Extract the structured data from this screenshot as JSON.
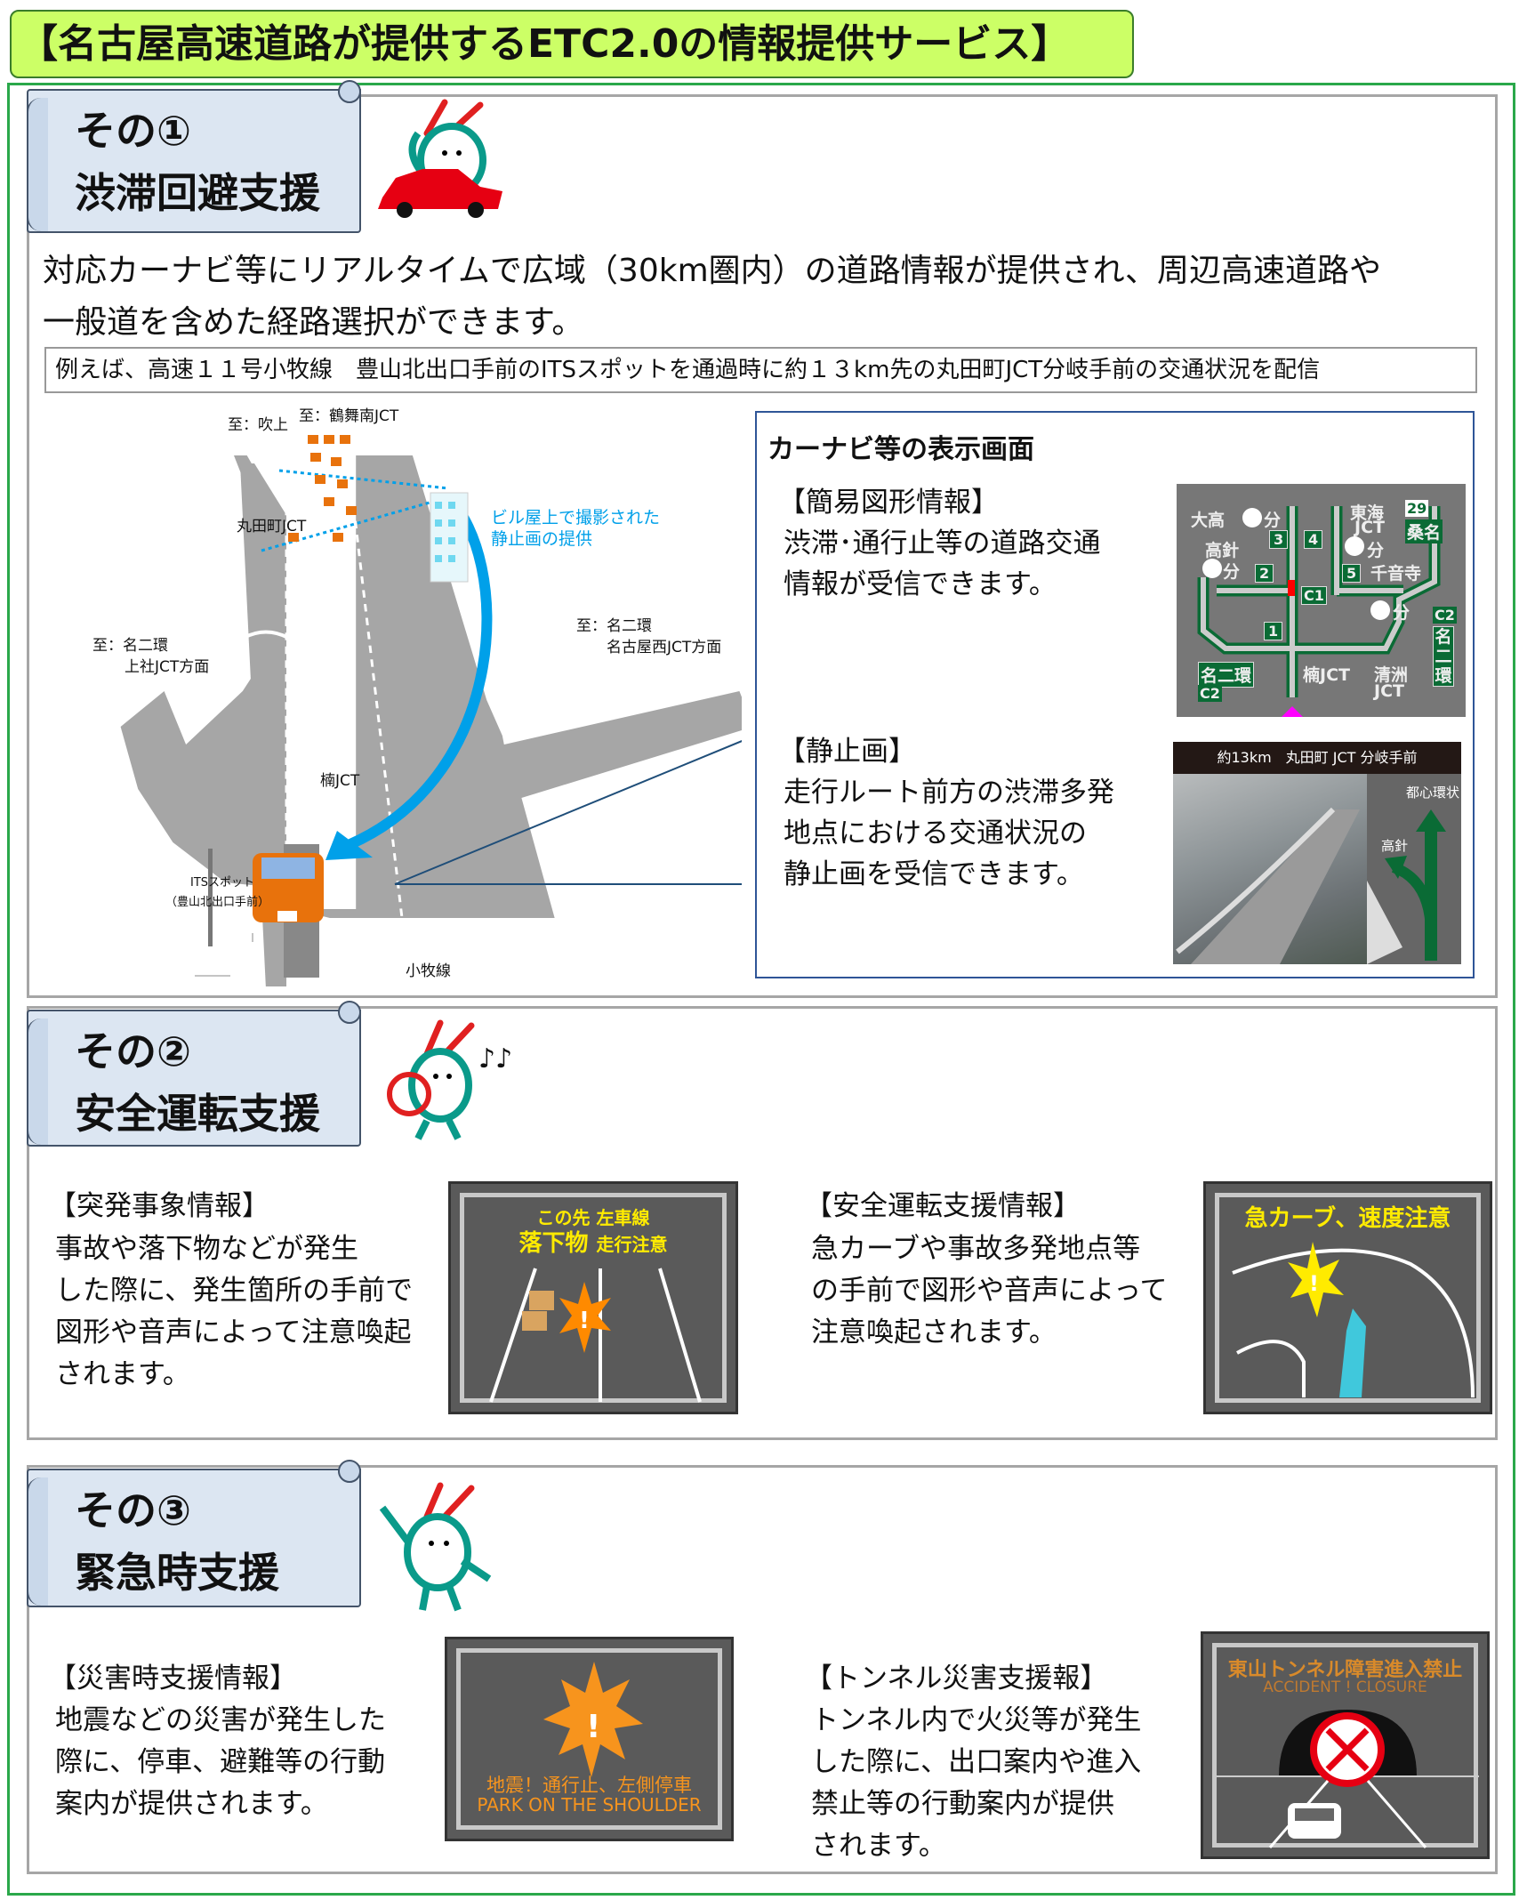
{
  "title": "【名古屋高速道路が提供するETC2.0の情報提供サービス】",
  "section1": {
    "banner_line1": "その①",
    "banner_line2": "渋滞回避支援",
    "para_line1": "対応カーナビ等にリアルタイムで広域（30km圏内）の道路情報が提供され、周辺高速道路や",
    "para_line2": "一般道を含めた経路選択ができます。",
    "example": "例えば、高速１１号小牧線　豊山北出口手前のITSスポットを通過時に約１３km先の丸田町JCT分岐手前の交通状況を配信",
    "map": {
      "fukiage": "至：吹上",
      "tsurumai": "至：鶴舞南JCT",
      "marutamachi": "丸田町JCT",
      "camera_line1": "ビル屋上で撮影された",
      "camera_line2": "静止画の提供",
      "west_line1": "至：名二環",
      "west_line2": "上社JCT方面",
      "east_line1": "至：名二環",
      "east_line2": "名古屋西JCT方面",
      "kusunoki": "楠JCT",
      "its_line1": "ITSスポット",
      "its_line2": "（豊山北出口手前）",
      "komaki": "小牧線"
    },
    "panel": {
      "heading": "カーナビ等の表示画面",
      "simple_title": "【簡易図形情報】",
      "simple_line1": "渋滞･通行止等の道路交通",
      "simple_line2": "情報が受信できます。",
      "still_title": "【静止画】",
      "still_line1": "走行ルート前方の渋滞多発",
      "still_line2": "地点における交通状況の",
      "still_line3": "静止画を受信できます。",
      "nav_map": {
        "otaka": "大高",
        "fun": "分",
        "takabari": "高針",
        "tokai": "東海",
        "jct": "JCT",
        "route29": "29",
        "kuwana": "桑名",
        "senonji": "千音寺",
        "kusunoki": "楠JCT",
        "kiyosu": "清洲",
        "meinikan": "名二環",
        "c2": "C2",
        "c1": "C1",
        "r1": "1",
        "r2": "2",
        "r3": "3",
        "r4": "4",
        "r5": "5"
      },
      "photo": {
        "caption": "約13km　丸田町 JCT 分岐手前",
        "toshin": "都心環状",
        "takabari": "高針"
      }
    }
  },
  "section2": {
    "banner_line1": "その②",
    "banner_line2": "安全運転支援",
    "left_title": "【突発事象情報】",
    "left_lines": [
      "事故や落下物などが発生",
      "した際に、発生箇所の手前で",
      "図形や音声によって注意喚起",
      "されます。"
    ],
    "left_display": {
      "line1": "この先 左車線",
      "line2a": "落下物",
      "line2b": "走行注意"
    },
    "right_title": "【安全運転支援情報】",
    "right_lines": [
      "急カーブや事故多発地点等",
      "の手前で図形や音声によって",
      "注意喚起されます。"
    ],
    "right_display": {
      "line1": "急カーブ、速度注意"
    }
  },
  "section3": {
    "banner_line1": "その③",
    "banner_line2": "緊急時支援",
    "left_title": "【災害時支援情報】",
    "left_lines": [
      "地震などの災害が発生した",
      "際に、停車、避難等の行動",
      "案内が提供されます。"
    ],
    "left_display": {
      "line1": "地震！通行止、左側停車",
      "line2": "PARK ON THE SHOULDER"
    },
    "right_title": "【トンネル災害支援報】",
    "right_lines": [
      "トンネル内で火災等が発生",
      "した際に、出口案内や進入",
      "禁止等の行動案内が提供",
      "されます。"
    ],
    "right_display": {
      "line1": "東山トンネル障害進入禁止",
      "line2": "ACCIDENT ! CLOSURE"
    }
  },
  "colors": {
    "title_bg": "#ccff66",
    "frame": "#2aa84a",
    "banner_bg": "#dce6f2",
    "sign_green": "#0a6b35",
    "camera_blue": "#00a0e9",
    "car_orange": "#e8720c"
  }
}
